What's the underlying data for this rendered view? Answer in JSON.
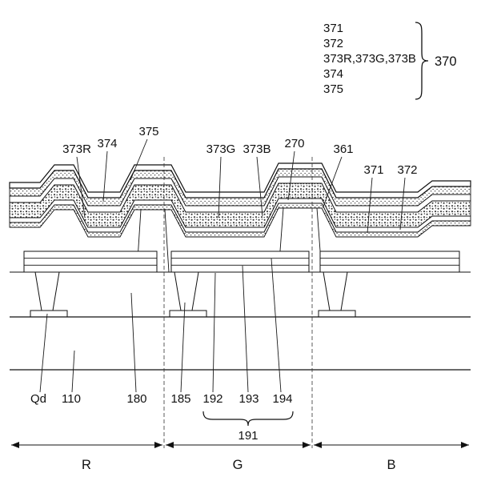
{
  "legend": {
    "rows": [
      "371",
      "372",
      "373R,373G,373B",
      "374",
      "375"
    ],
    "group": "370"
  },
  "labels": {
    "s373R": "373R",
    "s374": "374",
    "s375": "375",
    "s373G": "373G",
    "s373B": "373B",
    "s270": "270",
    "s361": "361",
    "s371": "371",
    "s372": "372",
    "qd": "Qd",
    "n110": "110",
    "n180": "180",
    "n185": "185",
    "n192": "192",
    "n193": "193",
    "n194": "194",
    "n191": "191",
    "regionR": "R",
    "regionG": "G",
    "regionB": "B"
  },
  "colors": {
    "line": "#111111",
    "background": "#ffffff"
  }
}
